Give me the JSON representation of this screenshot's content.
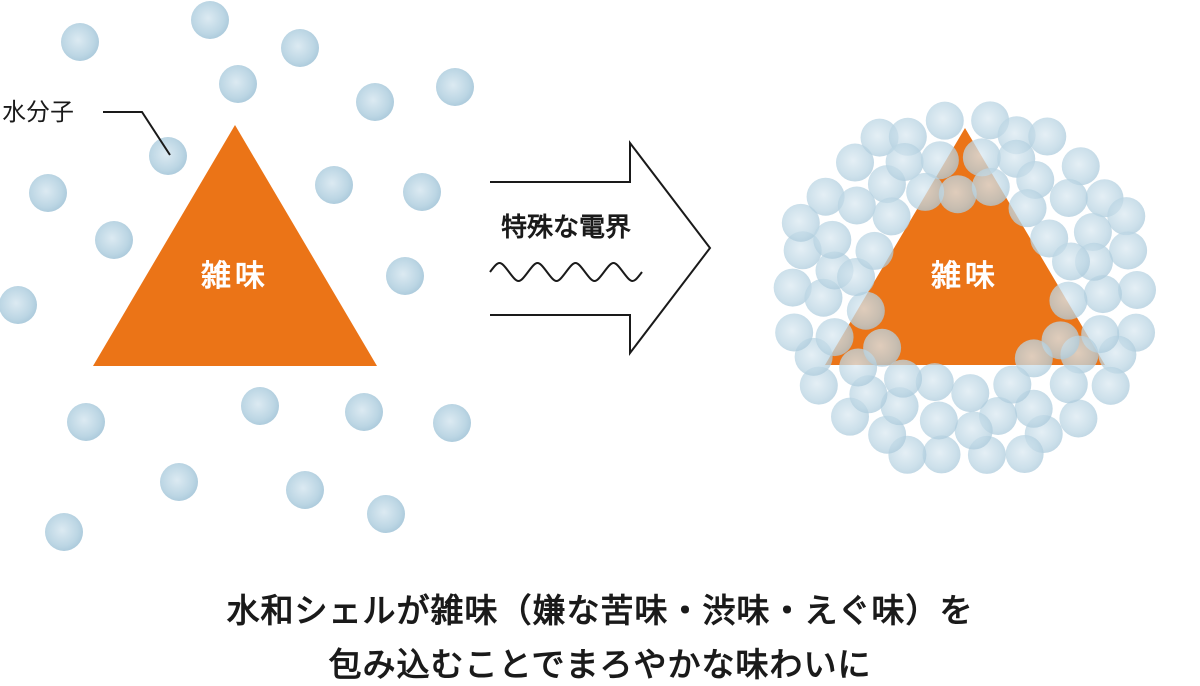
{
  "labels": {
    "water_molecule": "水分子",
    "off_flavor_left": "雑味",
    "off_flavor_right": "雑味",
    "field": "特殊な電界"
  },
  "caption": {
    "line1": "水和シェルが雑味（嫌な苦味・渋味・えぐ味）を",
    "line2": "包み込むことでまろやかな味わいに"
  },
  "colors": {
    "triangle": "#EB7417",
    "molecule": "#BCD6E4",
    "molecule_edge": "#9FC1D5",
    "text": "#1a1a1a"
  }
}
